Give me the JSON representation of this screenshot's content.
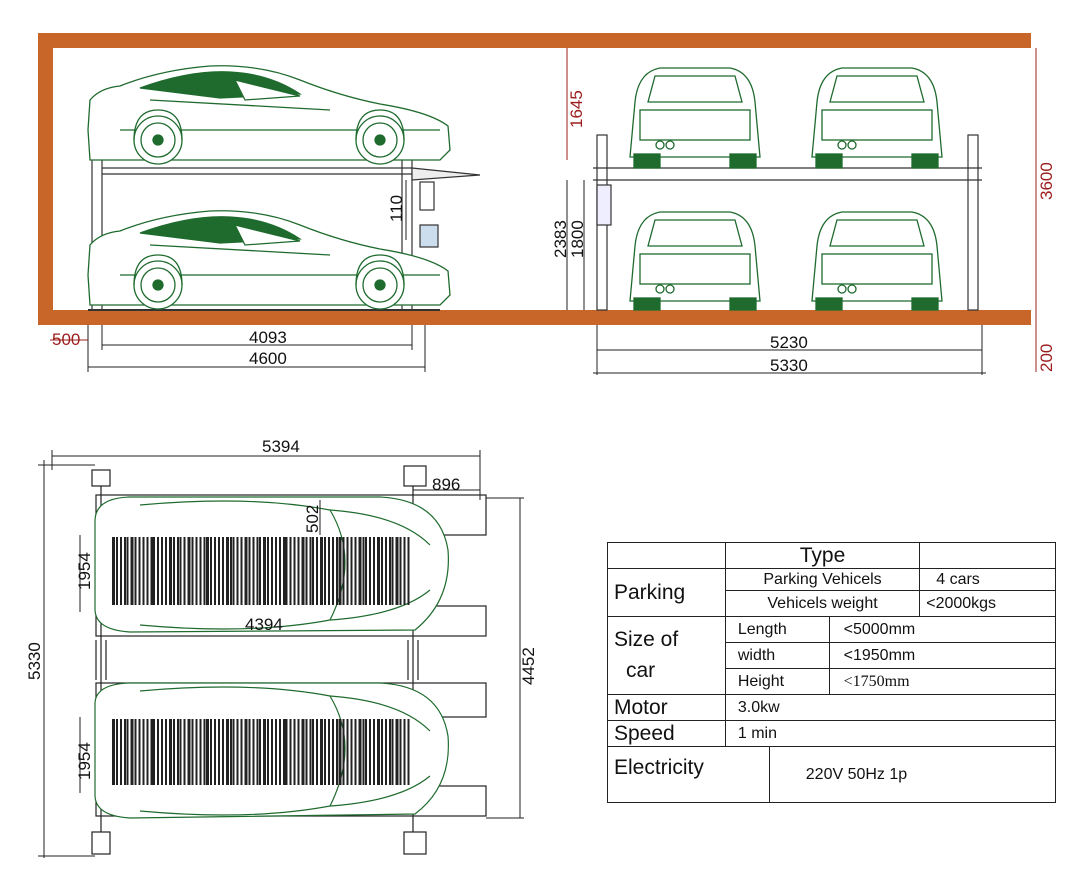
{
  "dimensions": {
    "d_500": "500",
    "d_4093": "4093",
    "d_4600": "4600",
    "d_110": "110",
    "d_1645": "1645",
    "d_2383": "2383",
    "d_1800": "1800",
    "d_3600": "3600",
    "d_5230": "5230",
    "d_5330": "5330",
    "d_200": "200",
    "p_5394": "5394",
    "p_896": "896",
    "p_502": "502",
    "p_1954a": "1954",
    "p_4394": "4394",
    "p_5330": "5330",
    "p_4452": "4452",
    "p_1954b": "1954"
  },
  "table": {
    "type_header": "Type",
    "parking_label": "Parking",
    "parking_vehicles_label": "Parking Vehicels",
    "parking_vehicles_value": "4 cars",
    "vehicles_weight_label": "Vehicels weight",
    "vehicles_weight_value": "<2000kgs",
    "size_label_1": "Size  of",
    "size_label_2": "car",
    "length_label": "Length",
    "length_value": "<5000mm",
    "width_label": "width",
    "width_value": "<1950mm",
    "height_label": "Height",
    "height_value": "<1750mm",
    "motor_label": "Motor",
    "motor_value": "3.0kw",
    "speed_label": "Speed",
    "speed_value": "1 min",
    "electricity_label": "Electricity",
    "electricity_value": "220V  50Hz  1p"
  },
  "colors": {
    "wall": "#c8662a",
    "car_line": "#1f6b2e",
    "car_fill": "#1f6b2e",
    "dim_line": "#222222",
    "dim_red": "#9b1c1c"
  }
}
